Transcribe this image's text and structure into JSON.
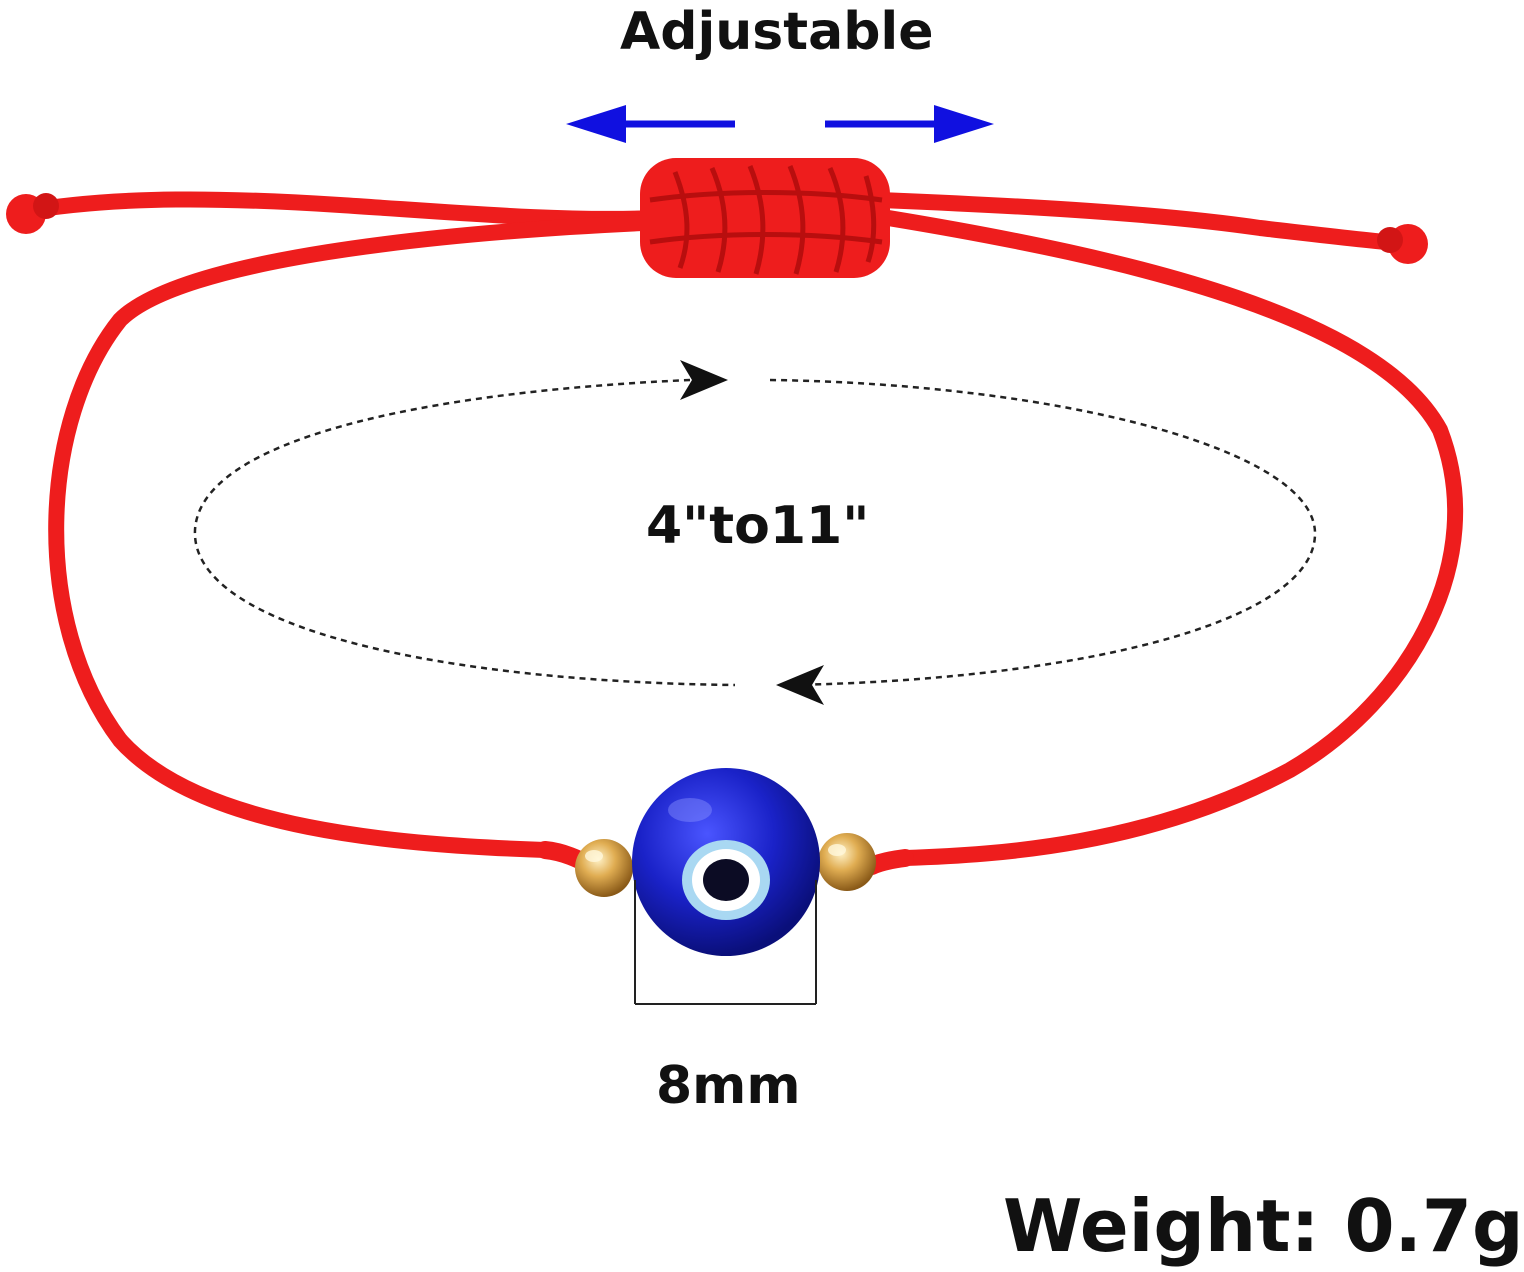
{
  "labels": {
    "adjustable": "Adjustable",
    "size_range": "4\"to11\"",
    "bead_size": "8mm",
    "weight": "Weight: 0.7g"
  },
  "colors": {
    "cord": "#ee1d1d",
    "cord_dark": "#c41010",
    "arrow": "#1010e0",
    "bead": "#1a22c8",
    "gold": "#d9a441",
    "text": "#111111"
  },
  "icons": {
    "left_arrow": "arrow-left-icon",
    "right_arrow": "arrow-right-icon"
  }
}
